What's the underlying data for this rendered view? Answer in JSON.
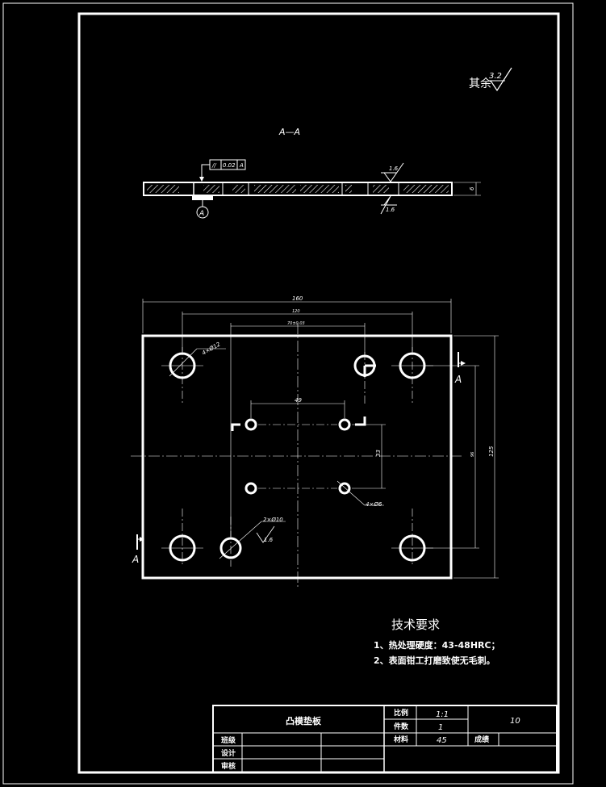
{
  "roughness": {
    "prefix": "其余",
    "value": "3.2"
  },
  "section": {
    "label": "A—A",
    "tolerance_symbol": "//",
    "tolerance_value": "0.02",
    "datum": "A",
    "datum_marker": "A",
    "roughness_top": "1.6",
    "roughness_bottom": "1.6",
    "thickness": "6"
  },
  "plan": {
    "dim_overall_width": "160",
    "dim_hole_spacing_x": "120",
    "dim_pin_spacing_x": "70±0.03",
    "dim_inner_holes_x": "49",
    "dim_inner_holes_y": "33",
    "dim_hole_spacing_y": "96",
    "dim_overall_height": "125",
    "callout_large_holes": "4×Ø12",
    "callout_small_holes": "4×Ø6",
    "callout_pin_holes": "2×Ø10",
    "callout_pin_roughness": "1.6",
    "section_mark_right": "A",
    "section_mark_left": "A"
  },
  "tech": {
    "title": "技术要求",
    "items": [
      "1、热处理硬度：43-48HRC；",
      "2、表面钳工打磨致使无毛刺。"
    ]
  },
  "title_block": {
    "part_name": "凸模垫板",
    "scale_label": "比例",
    "scale_value": "1:1",
    "qty_label": "件数",
    "qty_value": "1",
    "material_label": "材料",
    "material_value": "45",
    "drawing_no": "10",
    "grade_label": "成绩",
    "drawn_label": "班级",
    "design_label": "设计",
    "review_label": "审核"
  }
}
